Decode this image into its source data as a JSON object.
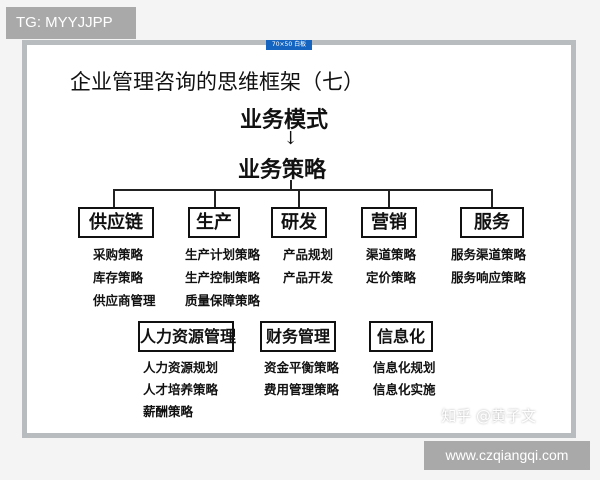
{
  "badges": {
    "tg": "TG: MYYJJPP",
    "board_label": "70×50 白板",
    "site": "www.czqiangqi.com"
  },
  "watermark": "知乎 @黄子文",
  "board": {
    "title": "企业管理咨询的思维框架（七）",
    "model": "业务模式",
    "arrow": "↓",
    "strategy": "业务策略",
    "departments": [
      {
        "label": "供应链",
        "items": [
          "采购策略",
          "库存策略",
          "供应商管理"
        ]
      },
      {
        "label": "生产",
        "items": [
          "生产计划策略",
          "生产控制策略",
          "质量保障策略"
        ]
      },
      {
        "label": "研发",
        "items": [
          "产品规划",
          "产品开发"
        ]
      },
      {
        "label": "营销",
        "items": [
          "渠道策略",
          "定价策略"
        ]
      },
      {
        "label": "服务",
        "items": [
          "服务渠道策略",
          "服务响应策略"
        ]
      }
    ],
    "support": [
      {
        "label": "人力资源管理",
        "items": [
          "人力资源规划",
          "人才培养策略",
          "薪酬策略"
        ]
      },
      {
        "label": "财务管理",
        "items": [
          "资金平衡策略",
          "费用管理策略"
        ]
      },
      {
        "label": "信息化",
        "items": [
          "信息化规划",
          "信息化实施"
        ]
      }
    ]
  }
}
